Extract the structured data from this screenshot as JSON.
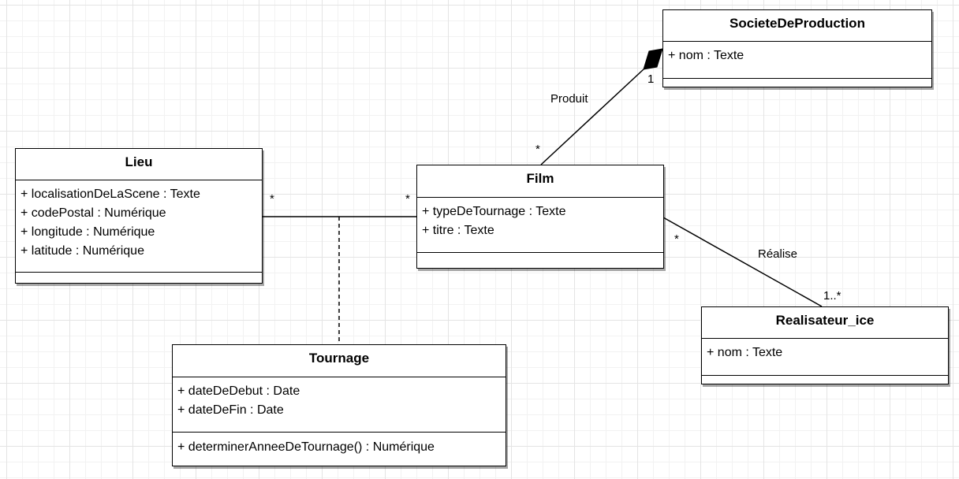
{
  "classes": {
    "societe": {
      "name": "SocieteDeProduction",
      "attributes": [
        "+ nom : Texte"
      ],
      "operations": []
    },
    "lieu": {
      "name": "Lieu",
      "attributes": [
        "+ localisationDeLaScene : Texte",
        "+ codePostal : Numérique",
        "+ longitude : Numérique",
        "+ latitude : Numérique"
      ],
      "operations": []
    },
    "film": {
      "name": "Film",
      "attributes": [
        "+ typeDeTournage : Texte",
        "+ titre : Texte"
      ],
      "operations": []
    },
    "realisateur": {
      "name": "Realisateur_ice",
      "attributes": [
        "+ nom : Texte"
      ],
      "operations": []
    },
    "tournage": {
      "name": "Tournage",
      "attributes": [
        "+ dateDeDebut : Date",
        "+ dateDeFin : Date"
      ],
      "operations": [
        "+ determinerAnneeDeTournage() : Numérique"
      ]
    }
  },
  "relations": {
    "produit": {
      "label": "Produit",
      "multiplicity_film": "*",
      "multiplicity_societe": "1",
      "kind": "composition"
    },
    "lieu_film": {
      "multiplicity_lieu": "*",
      "multiplicity_film": "*",
      "association_class": "Tournage"
    },
    "realise": {
      "label": "Réalise",
      "multiplicity_film": "*",
      "multiplicity_realisateur": "1..*"
    }
  },
  "colors": {
    "line": "#000000",
    "grid_major": "#e4e4e4",
    "grid_minor": "#f2f2f2",
    "background": "#ffffff"
  }
}
